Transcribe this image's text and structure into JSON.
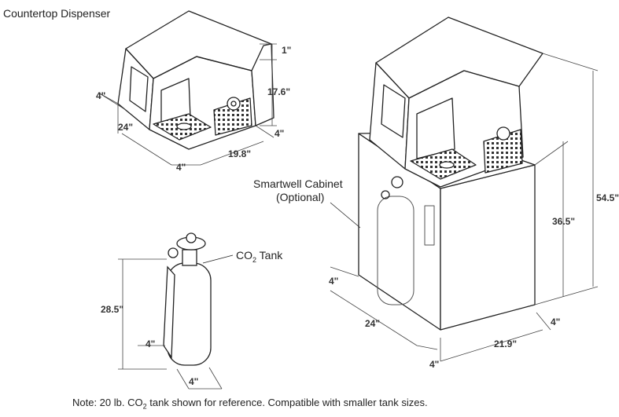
{
  "labels": {
    "countertop": "Countertop Dispenser",
    "cabinet_line1": "Smartwell Cabinet",
    "cabinet_line2": "(Optional)",
    "co2_prefix": "CO",
    "co2_sub": "2",
    "co2_suffix": " Tank"
  },
  "dimensions": {
    "dispenser_top_gap": "1\"",
    "dispenser_height": "17.6\"",
    "dispenser_side_clear": "4\"",
    "dispenser_back_clear": "4\"",
    "dispenser_depth": "24\"",
    "dispenser_front_clear": "4\"",
    "dispenser_width": "19.8\"",
    "tank_height": "28.5\"",
    "tank_clear_side": "4\"",
    "tank_clear_front": "4\"",
    "cabinet_total_height": "54.5\"",
    "cabinet_height": "36.5\"",
    "cabinet_back_clear": "4\"",
    "cabinet_depth": "24\"",
    "cabinet_side_clear": "4\"",
    "cabinet_width": "21.9\"",
    "cabinet_front_clear": "4\""
  },
  "note": {
    "prefix": "Note: 20 lb. CO",
    "sub": "2",
    "suffix": " tank shown for reference. Compatible with smaller tank sizes."
  }
}
